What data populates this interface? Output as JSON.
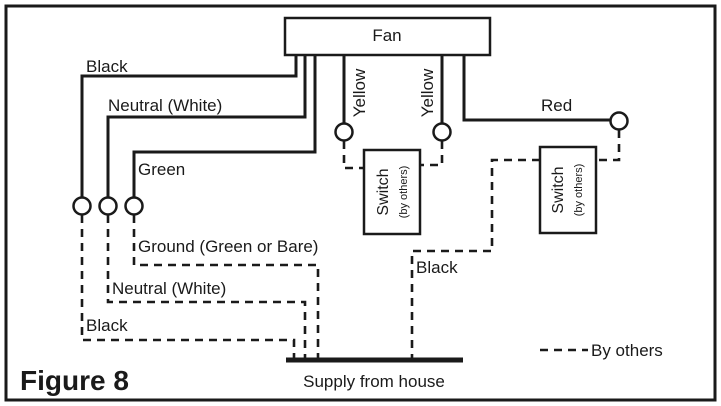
{
  "figure_label": "Figure 8",
  "fan_label": "Fan",
  "wire_labels": {
    "black_top": "Black",
    "neutral_top": "Neutral (White)",
    "green_top": "Green",
    "yellow_left": "Yellow",
    "yellow_right": "Yellow",
    "red": "Red",
    "ground_bottom": "Ground (Green or Bare)",
    "neutral_bottom": "Neutral (White)",
    "black_bottom": "Black",
    "black_right": "Black"
  },
  "switch_left": {
    "title": "Switch",
    "subtitle": "(by others)"
  },
  "switch_right": {
    "title": "Switch",
    "subtitle": "(by others)"
  },
  "supply_label": "Supply from house",
  "legend_label": "By others"
}
